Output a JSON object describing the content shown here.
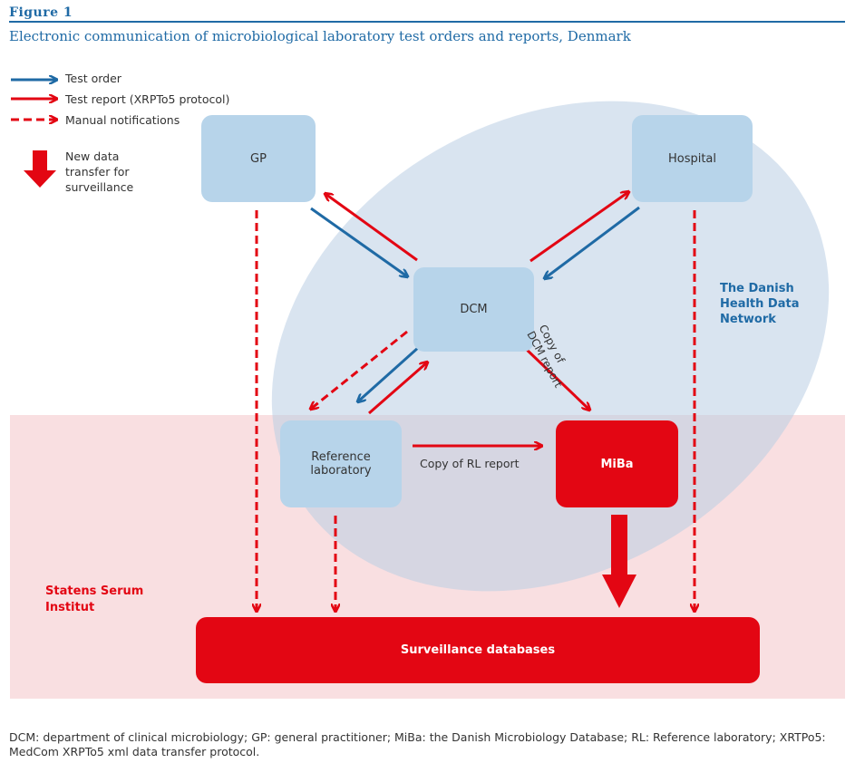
{
  "figure": {
    "label": "Figure 1",
    "title": "Electronic communication of microbiological laboratory test orders and reports, Denmark"
  },
  "legend": {
    "test_order": "Test order",
    "test_report": "Test report (XRPTo5 protocol)",
    "manual": "Manual notifications",
    "new_transfer": "New data transfer for surveillance"
  },
  "nodes": {
    "gp": "GP",
    "hospital": "Hospital",
    "dcm": "DCM",
    "reference_lab": "Reference laboratory",
    "miba": "MiBa",
    "surveillance": "Surveillance databases"
  },
  "regions": {
    "network": "The Danish Health Data Network",
    "ssi": "Statens Serum Institut"
  },
  "edge_labels": {
    "copy_dcm": "Copy of DCM report",
    "copy_rl": "Copy of RL report"
  },
  "footnote": "DCM: department of clinical microbiology; GP: general practitioner; MiBa: the Danish Microbiology Database; RL: Reference laboratory; XRTPo5: MedCom XRPTo5 xml data transfer protocol.",
  "colors": {
    "blue": "#1f6aa5",
    "red": "#e30613",
    "node_blue": "#b7d4ea",
    "network_fill": "#c9d9ea",
    "ssi_fill": "#f9dfe1"
  }
}
